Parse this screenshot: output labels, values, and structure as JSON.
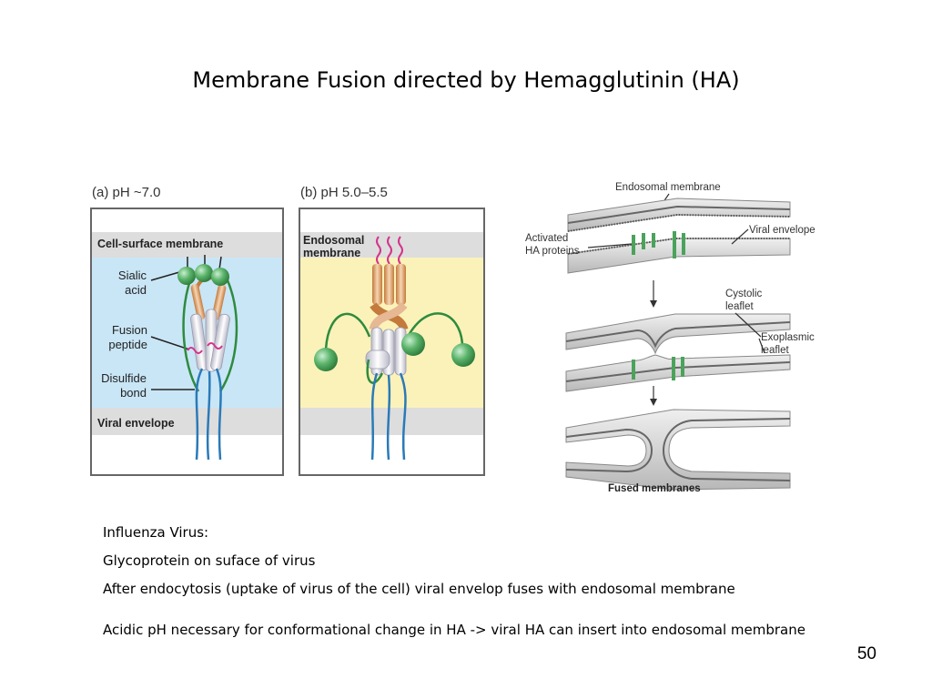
{
  "slide": {
    "title": "Membrane Fusion directed by Hemagglutinin (HA)",
    "page_number": "50"
  },
  "panel_a": {
    "caption": "(a) pH ~7.0",
    "top_membrane": "Cell-surface membrane",
    "bottom_membrane": "Viral envelope",
    "labels": {
      "sialic": "Sialic",
      "acid": "acid",
      "fusion": "Fusion",
      "peptide": "peptide",
      "disulfide": "Disulfide",
      "bond": "bond"
    },
    "colors": {
      "background": "#c9e6f6",
      "membrane": "#dddddd",
      "coil": "#2a7ab8",
      "loop": "#2e8b3e",
      "ball": "#5bb36a",
      "peptide": "#d4338c"
    }
  },
  "panel_b": {
    "caption": "(b) pH 5.0–5.5",
    "membrane_line1": "Endosomal",
    "membrane_line2": "membrane",
    "colors": {
      "background": "#fbf2b9",
      "membrane": "#dddddd"
    }
  },
  "fusion_diagram": {
    "endosomal_membrane": "Endosomal membrane",
    "viral_envelope": "Viral envelope",
    "activated_line1": "Activated",
    "activated_line2": "HA proteins",
    "cystolic_line1": "Cystolic",
    "cystolic_line2": "leaflet",
    "exoplasmic_line1": "Exoplasmic",
    "exoplasmic_line2": "leaflet",
    "fused": "Fused membranes",
    "colors": {
      "membrane": "#cfcfcf",
      "ha": "#4aa35a"
    }
  },
  "notes": {
    "line1": "Influenza Virus:",
    "line2": "Glycoprotein on suface of virus",
    "line3": "After endocytosis (uptake of virus of the cell) viral envelop fuses with endosomal membrane",
    "line4": "Acidic pH necessary for conformational change in HA -> viral HA can insert into endosomal membrane"
  }
}
